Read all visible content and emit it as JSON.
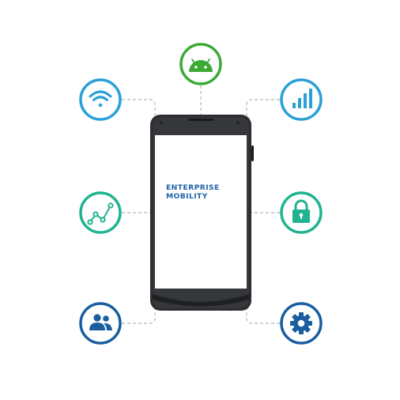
{
  "screen": {
    "title_line1": "ENTERPRISE",
    "title_line2": "MOBILITY"
  },
  "nodes": [
    {
      "id": "android",
      "icon": "android-icon",
      "color": "#3aaa35"
    },
    {
      "id": "wifi",
      "icon": "wifi-icon",
      "color": "#2a9fd8"
    },
    {
      "id": "signal",
      "icon": "signal-bars-icon",
      "color": "#2a9fd8"
    },
    {
      "id": "analytics",
      "icon": "line-chart-icon",
      "color": "#1fb38f"
    },
    {
      "id": "security",
      "icon": "lock-icon",
      "color": "#1fb38f"
    },
    {
      "id": "users",
      "icon": "users-icon",
      "color": "#1a5ea0"
    },
    {
      "id": "settings",
      "icon": "gear-icon",
      "color": "#1a5ea0"
    }
  ],
  "colors": {
    "connector": "#b9c3cc",
    "phone_body": "#2b2d30",
    "screen": "#ffffff",
    "title_text": "#1e63a8"
  }
}
